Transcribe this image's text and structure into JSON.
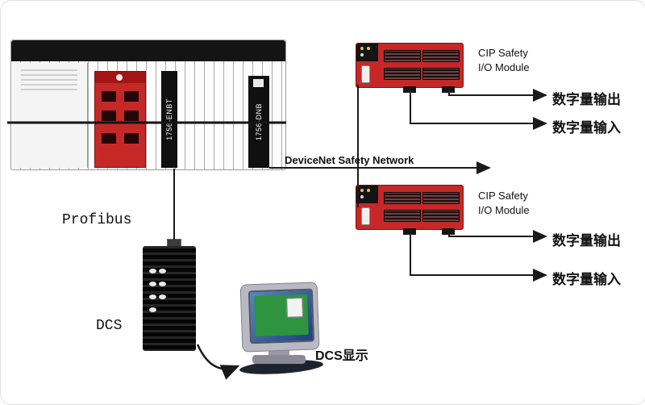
{
  "diagram": {
    "plc": {
      "enbt_label": "1756-ENBT",
      "dnb_label": "1756-DNB"
    },
    "network": {
      "label": "DeviceNet Safety Network"
    },
    "profibus": {
      "label": "Profibus"
    },
    "dcs": {
      "label": "DCS"
    },
    "dcs_display": {
      "label": "DCS显示"
    },
    "io_modules": [
      {
        "title_line1": "CIP Safety",
        "title_line2": "I/O Module",
        "output_label": "数字量输出",
        "input_label": "数字量输入"
      },
      {
        "title_line1": "CIP Safety",
        "title_line2": "I/O Module",
        "output_label": "数字量输出",
        "input_label": "数字量输入"
      }
    ],
    "colors": {
      "module_red": "#c62828",
      "line_black": "#1a1a1a"
    }
  }
}
